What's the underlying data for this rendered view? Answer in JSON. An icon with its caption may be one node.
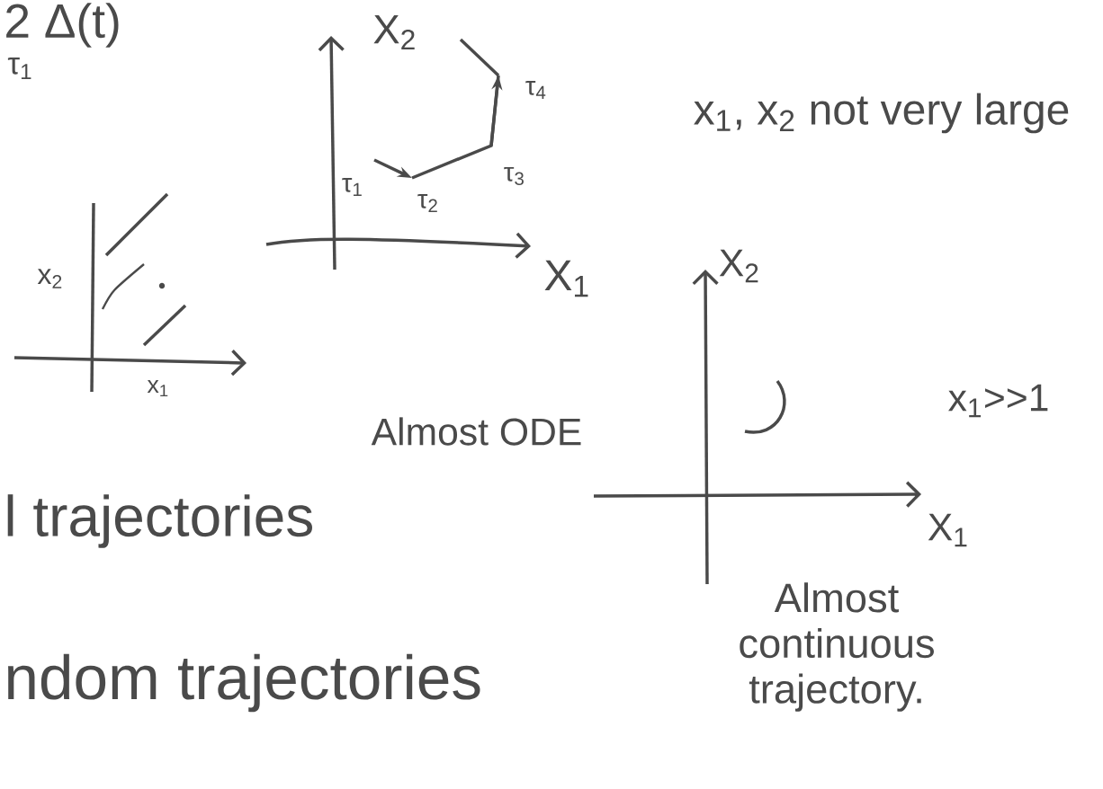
{
  "diagram": {
    "labels": [
      "2 Δ(t)",
      "τ$_{1}$",
      "X$_{2}$",
      "τ$_{4}$",
      "x$_{1}$, x$_{2}$ not very large",
      "τ$_{1}$",
      "τ$_{2}$",
      "τ$_{3}$",
      "X$_{1}$",
      "X$_{2}$",
      "x$_{2}$",
      "x$_{1}$",
      "x$_{1}$>>1",
      "Almost ODE",
      "X$_{1}$",
      "l trajectories",
      "Almost continuous trajectory.",
      "ndom trajectories"
    ]
  }
}
